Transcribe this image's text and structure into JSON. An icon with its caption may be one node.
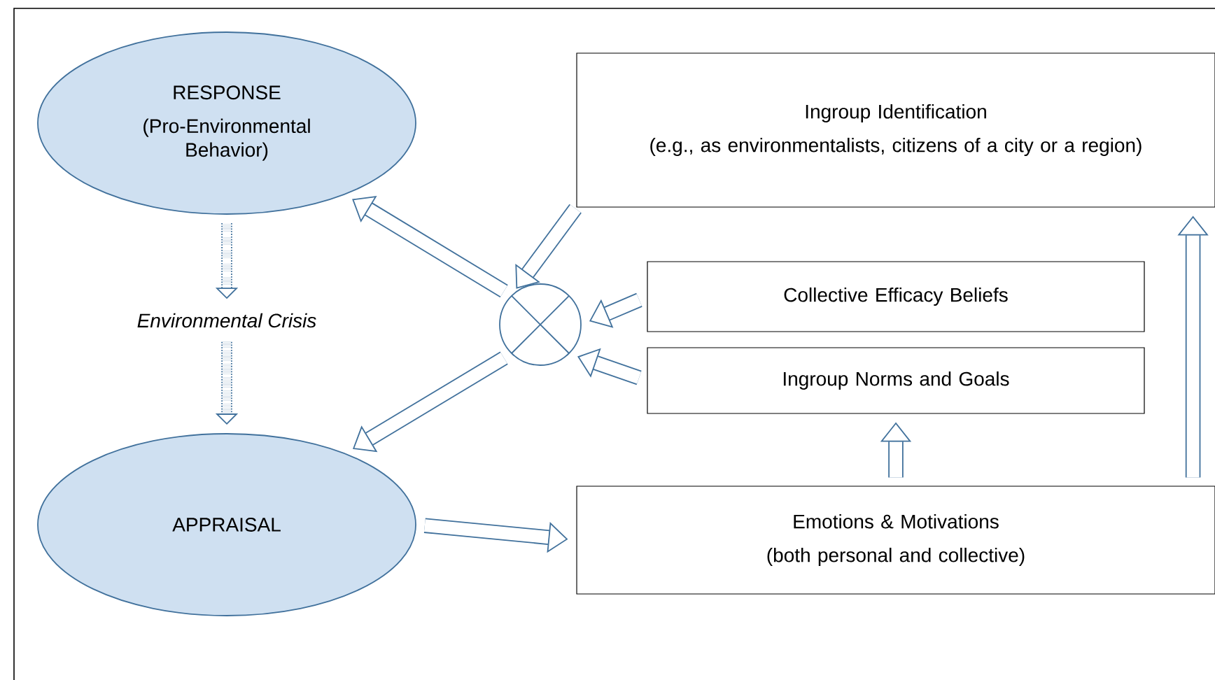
{
  "diagram": {
    "nodes": [
      {
        "text": [
          "RESPONSE",
          "(Pro-Environmental Behavior)"
        ]
      },
      {
        "text": [
          "Environmental Crisis"
        ]
      },
      {
        "text": [
          "APPRAISAL"
        ]
      },
      {
        "text": [
          "Ingroup Identification",
          "(e.g., as environmentalists, citizens of a city or a region)"
        ]
      },
      {
        "text": [],
        "shape": "circle"
      },
      {
        "text": [
          "Collective Efficacy Beliefs"
        ]
      },
      {
        "text": [
          "Ingroup Norms and Goals"
        ]
      },
      {
        "text": [
          "Emotions & Motivations",
          "(both personal and collective)"
        ]
      }
    ],
    "edges": [
      {
        "from": 0,
        "to": 1,
        "arrow": "to",
        "style": "dashed"
      },
      {
        "from": 1,
        "to": 2,
        "arrow": "to",
        "style": "dashed"
      },
      {
        "from": 4,
        "to": 0,
        "arrow": "to"
      },
      {
        "from": 4,
        "to": 2,
        "arrow": "to"
      },
      {
        "from": 3,
        "to": 4,
        "arrow": "to"
      },
      {
        "from": 5,
        "to": 4,
        "arrow": "to"
      },
      {
        "from": 6,
        "to": 4,
        "arrow": "to"
      },
      {
        "from": 2,
        "to": 7,
        "arrow": "to"
      },
      {
        "from": 7,
        "to": 6,
        "arrow": "to"
      },
      {
        "from": 7,
        "to": 3,
        "arrow": "to"
      }
    ]
  }
}
